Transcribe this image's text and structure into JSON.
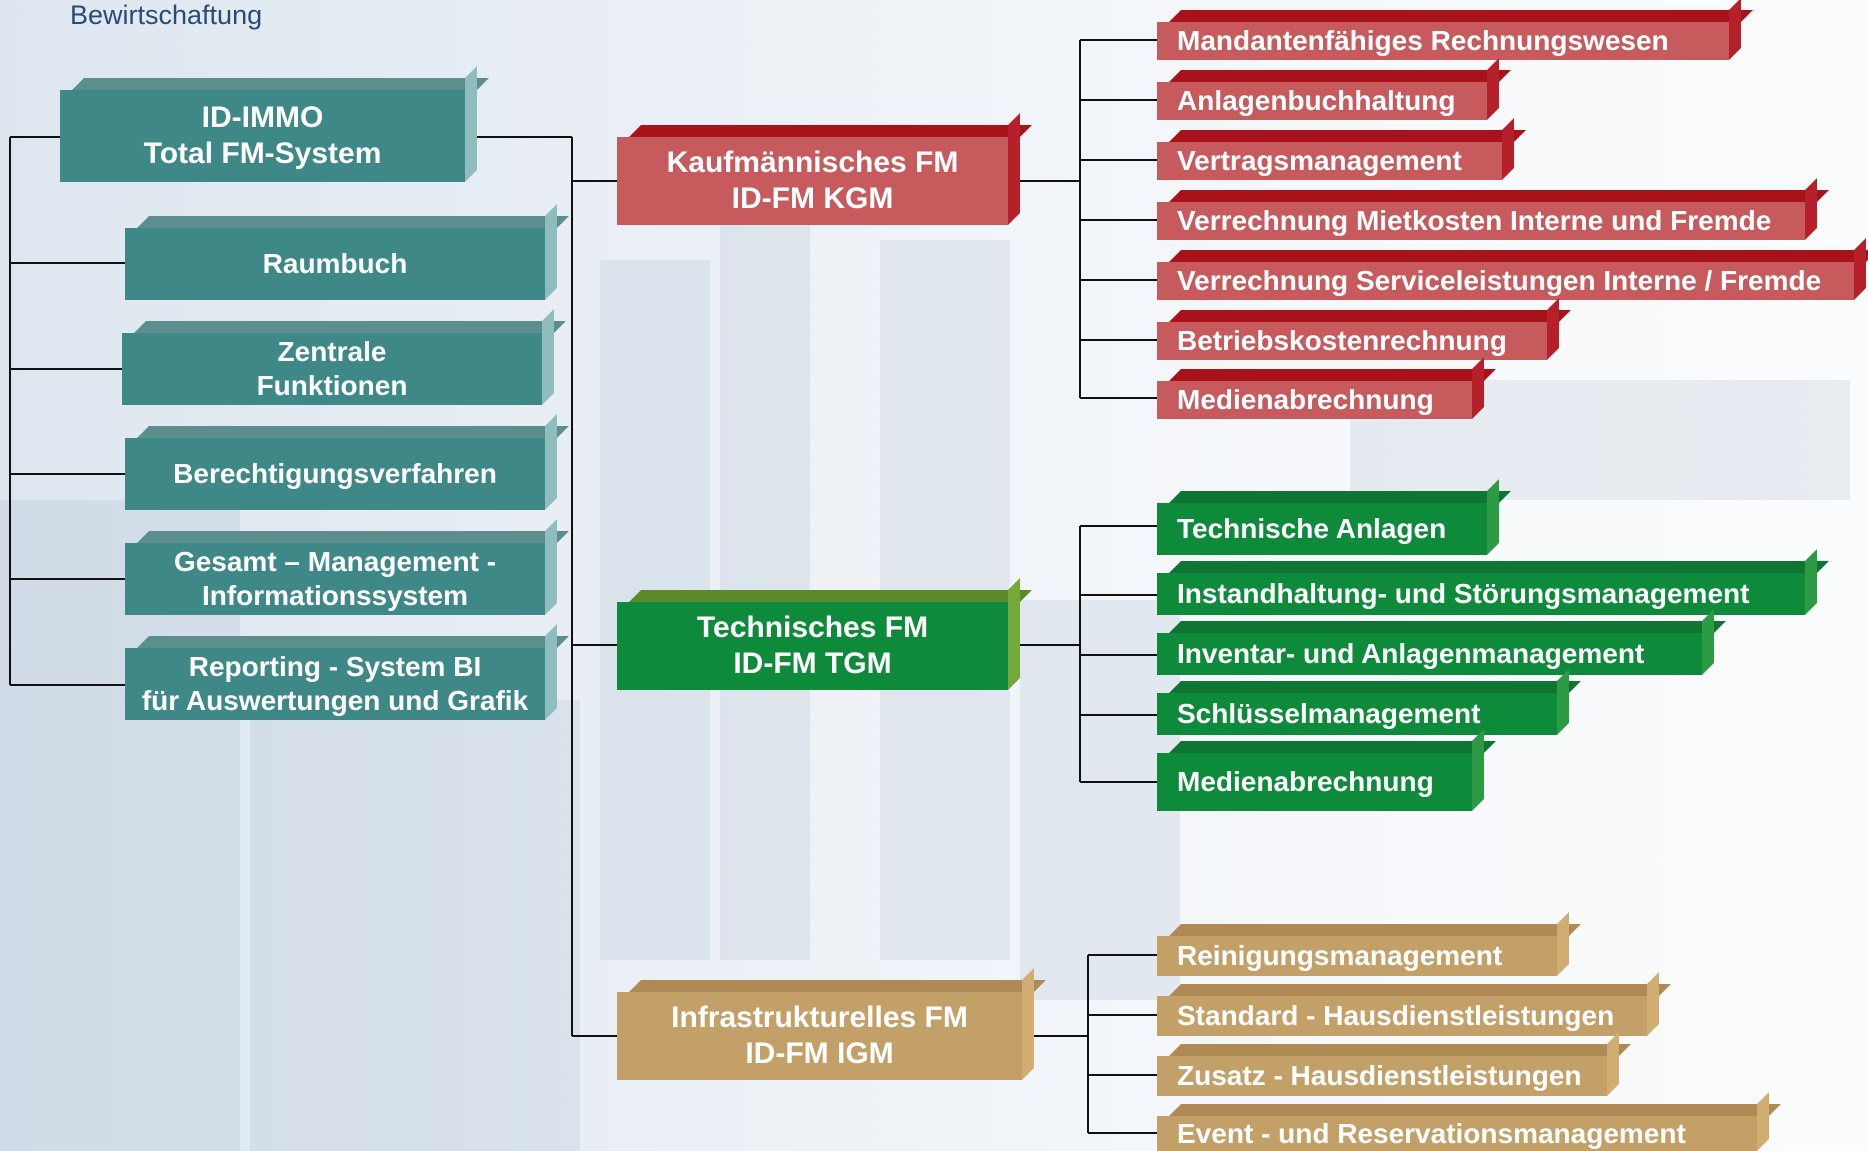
{
  "caption": "Bewirtschaftung",
  "root": {
    "line1": "ID-IMMO",
    "line2": "Total FM-System"
  },
  "modules": [
    {
      "line1": "Raumbuch",
      "line2": ""
    },
    {
      "line1": "Zentrale",
      "line2": "Funktionen"
    },
    {
      "line1": "Berechtigungsverfahren",
      "line2": ""
    },
    {
      "line1": "Gesamt – Management  -",
      "line2": "Informationssystem"
    },
    {
      "line1": "Reporting  - System BI",
      "line2": "für Auswertungen und Grafik"
    }
  ],
  "groups": [
    {
      "line1": "Kaufmännisches  FM",
      "line2": "ID-FM KGM",
      "color": "#c75a5d",
      "items": [
        "Mandantenfähiges Rechnungswesen",
        "Anlagenbuchhaltung",
        "Vertragsmanagement",
        "Verrechnung Mietkosten Interne und Fremde",
        "Verrechnung Serviceleistungen Interne / Fremde",
        "Betriebskostenrechnung",
        "Medienabrechnung"
      ]
    },
    {
      "line1": "Technisches FM",
      "line2": "ID-FM TGM",
      "color": "#0e8a3b",
      "items": [
        "Technische Anlagen",
        "Instandhaltung-  und Störungsmanagement",
        "Inventar- und Anlagenmanagement",
        "Schlüsselmanagement",
        "Medienabrechnung"
      ]
    },
    {
      "line1": "Infrastrukturelles FM",
      "line2": "ID-FM IGM",
      "color": "#c4a069",
      "items": [
        "Reinigungsmanagement",
        "Standard - Hausdienstleistungen",
        "Zusatz - Hausdienstleistungen",
        "Event -  und Reservationsmanagement"
      ]
    }
  ]
}
